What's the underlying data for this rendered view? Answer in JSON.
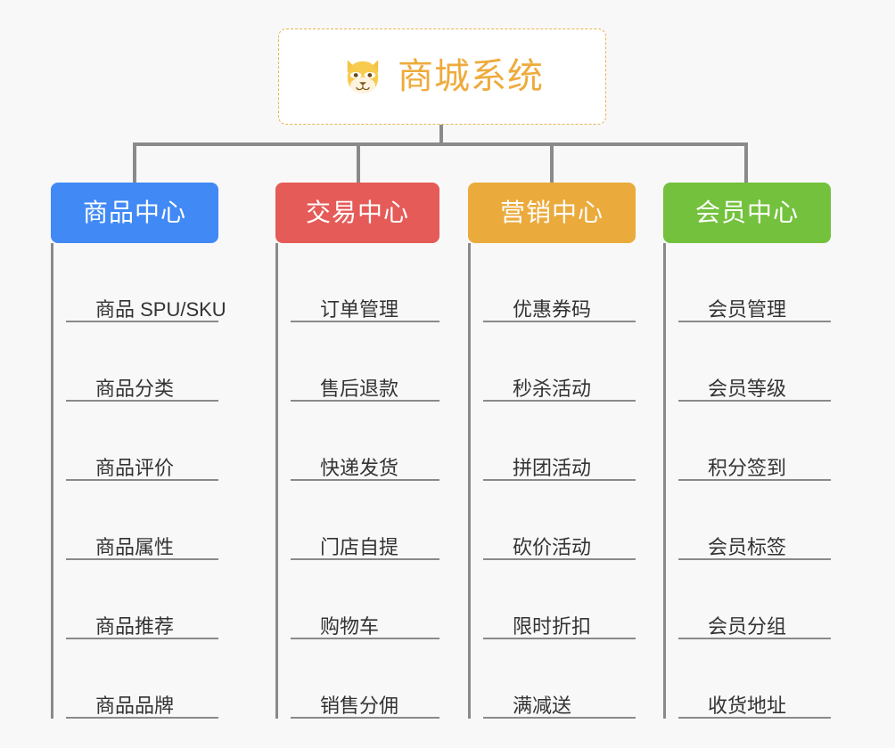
{
  "page": {
    "background_color": "#f8f8f8",
    "line_color": "#8a8a8a"
  },
  "root": {
    "title": "商城系统",
    "icon": "shiba-dog-icon",
    "text_color": "#eeab3c",
    "border_color": "#e9b44c",
    "background_color": "#ffffff"
  },
  "columns": [
    {
      "category": "商品中心",
      "color": "#4189f5",
      "items": [
        "商品 SPU/SKU",
        "商品分类",
        "商品评价",
        "商品属性",
        "商品推荐",
        "商品品牌"
      ]
    },
    {
      "category": "交易中心",
      "color": "#e55b58",
      "items": [
        "订单管理",
        "售后退款",
        "快递发货",
        "门店自提",
        "购物车",
        "销售分佣"
      ]
    },
    {
      "category": "营销中心",
      "color": "#ebaa3c",
      "items": [
        "优惠券码",
        "秒杀活动",
        "拼团活动",
        "砍价活动",
        "限时折扣",
        "满减送"
      ]
    },
    {
      "category": "会员中心",
      "color": "#73c13d",
      "items": [
        "会员管理",
        "会员等级",
        "积分签到",
        "会员标签",
        "会员分组",
        "收货地址"
      ]
    }
  ]
}
